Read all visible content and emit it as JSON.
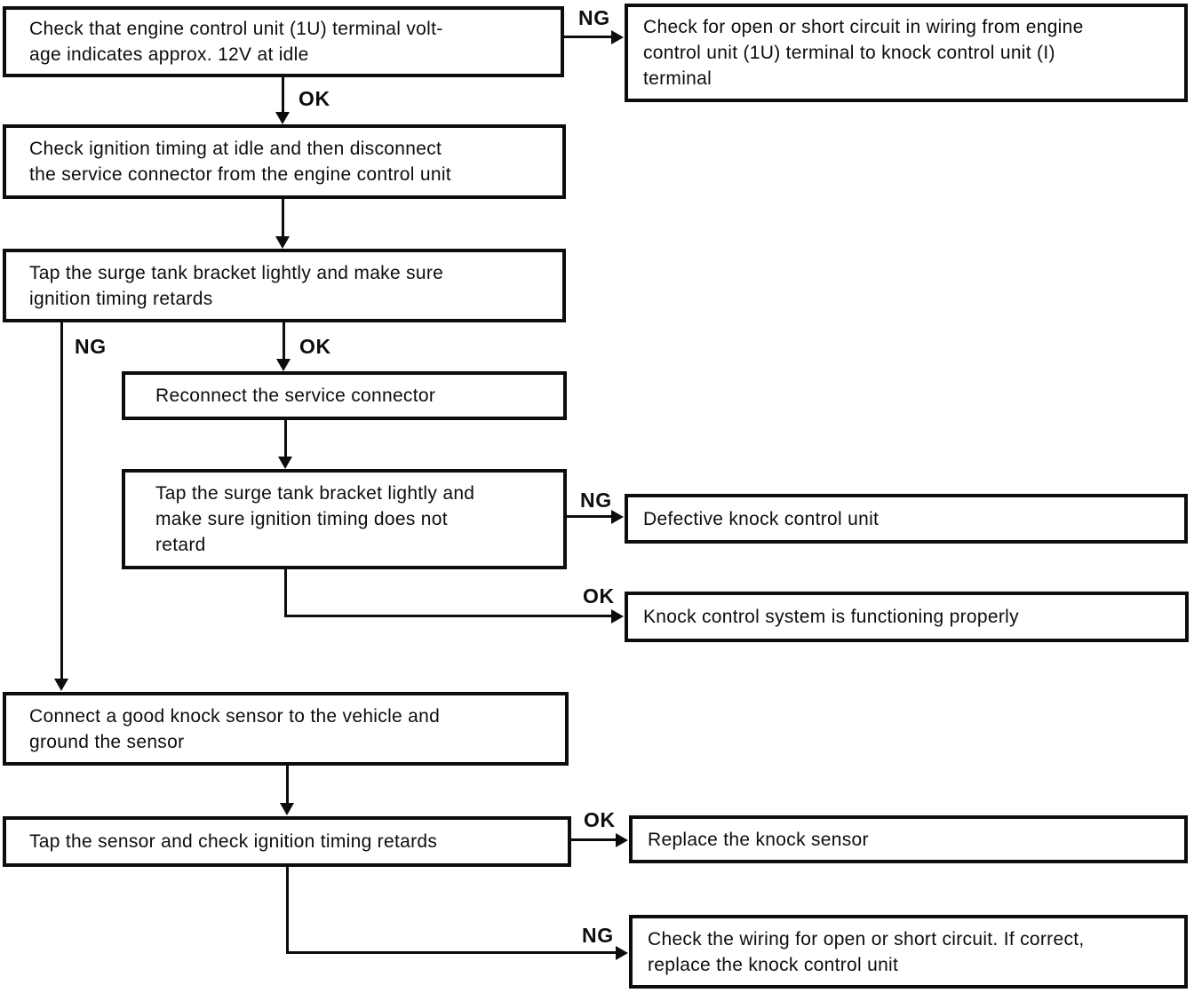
{
  "nodes": [
    {
      "id": "check-ecu-voltage",
      "lines": [
        "Check that engine control unit (1U) terminal volt-",
        "age indicates approx. 12V at idle"
      ]
    },
    {
      "id": "check-wiring-open-short",
      "lines": [
        "Check for open or short circuit in wiring from engine",
        "control unit (1U) terminal to knock control unit (I)",
        "terminal"
      ]
    },
    {
      "id": "check-ignition-timing",
      "lines": [
        "Check ignition timing at idle and then disconnect",
        "the service connector from the engine control unit"
      ]
    },
    {
      "id": "tap-surge-tank-retards",
      "lines": [
        "Tap the surge tank bracket lightly and make sure",
        "ignition timing retards"
      ]
    },
    {
      "id": "reconnect-service-connector",
      "lines": [
        "Reconnect the service connector"
      ]
    },
    {
      "id": "tap-surge-tank-no-retard",
      "lines": [
        "Tap the surge tank bracket lightly and",
        "make sure ignition timing does not",
        "retard"
      ]
    },
    {
      "id": "defective-knock-control-unit",
      "lines": [
        "Defective knock control unit"
      ]
    },
    {
      "id": "system-functioning-properly",
      "lines": [
        "Knock control system is functioning properly"
      ]
    },
    {
      "id": "connect-good-knock-sensor",
      "lines": [
        "Connect a good knock sensor to the vehicle and",
        "ground the sensor"
      ]
    },
    {
      "id": "tap-sensor-check-timing",
      "lines": [
        "Tap the sensor and check ignition timing retards"
      ]
    },
    {
      "id": "replace-knock-sensor",
      "lines": [
        "Replace the knock sensor"
      ]
    },
    {
      "id": "check-wiring-replace-unit",
      "lines": [
        "Check the wiring for open or short circuit. If correct,",
        "replace the knock control unit"
      ]
    }
  ],
  "edges": [
    {
      "from": "check-ecu-voltage",
      "to": "check-wiring-open-short",
      "label": "NG"
    },
    {
      "from": "check-ecu-voltage",
      "to": "check-ignition-timing",
      "label": "OK"
    },
    {
      "from": "check-ignition-timing",
      "to": "tap-surge-tank-retards",
      "label": ""
    },
    {
      "from": "tap-surge-tank-retards",
      "to": "reconnect-service-connector",
      "label": "OK"
    },
    {
      "from": "tap-surge-tank-retards",
      "to": "connect-good-knock-sensor",
      "label": "NG"
    },
    {
      "from": "reconnect-service-connector",
      "to": "tap-surge-tank-no-retard",
      "label": ""
    },
    {
      "from": "tap-surge-tank-no-retard",
      "to": "defective-knock-control-unit",
      "label": "NG"
    },
    {
      "from": "tap-surge-tank-no-retard",
      "to": "system-functioning-properly",
      "label": "OK"
    },
    {
      "from": "connect-good-knock-sensor",
      "to": "tap-sensor-check-timing",
      "label": ""
    },
    {
      "from": "tap-sensor-check-timing",
      "to": "replace-knock-sensor",
      "label": "OK"
    },
    {
      "from": "tap-sensor-check-timing",
      "to": "check-wiring-replace-unit",
      "label": "NG"
    }
  ],
  "ink_color": "#0d0d0d",
  "background_color": "#ffffff"
}
